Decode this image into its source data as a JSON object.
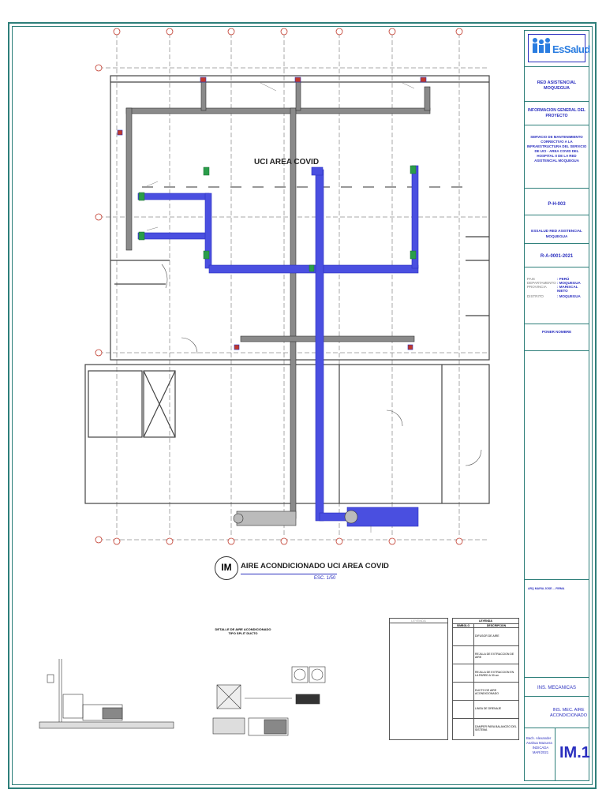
{
  "title_block": {
    "logo_text": "EsSalud",
    "network": "RED ASISTENCIAL MOQUEGUA",
    "project_info_title": "INFORMACION GENERAL DEL PROYECTO",
    "project_name": "SERVICIO DE MANTENIMIENTO CORRECTIVO A LA INFRAESTRUCTURA DEL SERVICIO DE UCI - AREA COVID DEL HOSPITAL II DE LA RED ASISTENCIAL MOQUEGUA",
    "code": "P-H-003",
    "entity": "ESSALUD RED ASISTENCIAL MOQUEGUA",
    "doc_code": "R-A-0001-2021",
    "location": [
      {
        "label": "PAIS",
        "value": ": PERÚ"
      },
      {
        "label": "DEPARTAMENTO",
        "value": ": MOQUEGUA"
      },
      {
        "label": "PROVINCIA",
        "value": ": MARISCAL NIETO"
      },
      {
        "label": "DISTRITO",
        "value": ": MOQUEGUA"
      }
    ],
    "name_placeholder": "PONER NOMBRE",
    "signature_name": "ARQ MARIA JOSE ... FIRMA",
    "specialty": "INS. MECANICAS",
    "sheet_desc": "INS. MEC. AIRE ACONDICIONADO",
    "drawn_by": "Bach. Alexander Anahua Mazuera",
    "scale": "INDICADA",
    "date": "MAR/2021",
    "sheet_number": "IM.1"
  },
  "plan": {
    "area_label": "UCI AREA COVID",
    "main_title": "AIRE ACONDICIONADO UCI AREA COVID",
    "main_scale": "ESC. 1/50",
    "tag": "IM",
    "detail_title": "DETALLE DE AIRE ACONDICIONADO TIPO SPLIT DUCTO"
  },
  "legend": {
    "title_left": "LEYENDA",
    "title_right": "LEYENDA",
    "col_symbol": "SIMBOLO",
    "col_desc": "DESCRIPCION",
    "items": [
      "DIFUSOR DE AIRE",
      "REJILLA DE EXTRACCION DE AIRE",
      "REJILLA DE EXTRACCION EN LA PARED A 30 cm",
      "DUCTO DE AIRE ACONDICIONADO",
      "LINEA DE DRENAJE",
      "DAMPER PARA BALANCEO DEL SISTEMA"
    ]
  },
  "colors": {
    "frame": "#2e7f7a",
    "duct_blue": "#3a3fd8",
    "duct_gray": "#555555",
    "text_blue": "#2a2fbf"
  }
}
